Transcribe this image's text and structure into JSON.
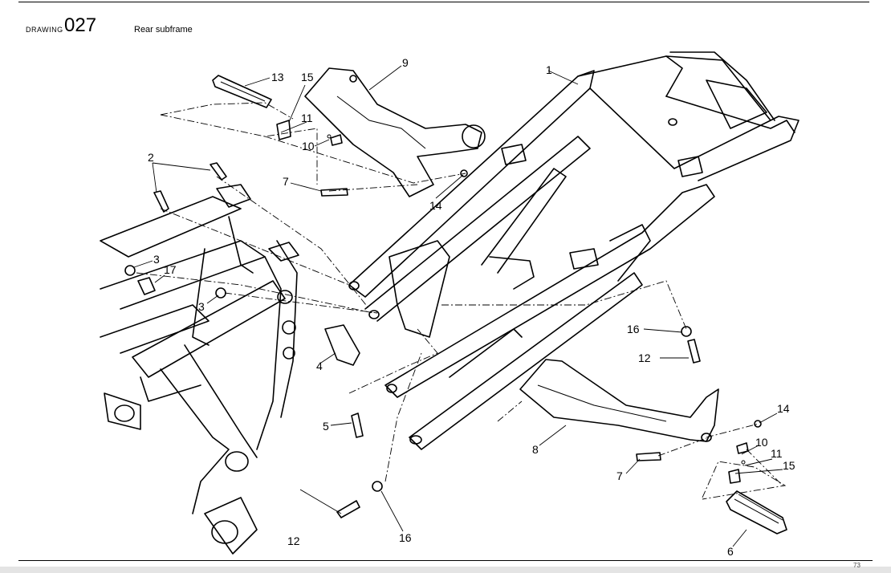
{
  "header": {
    "label": "DRAWING",
    "number": "027",
    "title": "Rear subframe"
  },
  "footer": {
    "page_number": "73"
  },
  "callouts": [
    {
      "id": "c1",
      "label": "1"
    },
    {
      "id": "c2",
      "label": "2"
    },
    {
      "id": "c3a",
      "label": "3"
    },
    {
      "id": "c3b",
      "label": "3"
    },
    {
      "id": "c4",
      "label": "4"
    },
    {
      "id": "c5",
      "label": "5"
    },
    {
      "id": "c6",
      "label": "6"
    },
    {
      "id": "c7a",
      "label": "7"
    },
    {
      "id": "c7b",
      "label": "7"
    },
    {
      "id": "c8",
      "label": "8"
    },
    {
      "id": "c9",
      "label": "9"
    },
    {
      "id": "c10a",
      "label": "10"
    },
    {
      "id": "c10b",
      "label": "10"
    },
    {
      "id": "c11a",
      "label": "11"
    },
    {
      "id": "c11b",
      "label": "11"
    },
    {
      "id": "c12a",
      "label": "12"
    },
    {
      "id": "c12b",
      "label": "12"
    },
    {
      "id": "c13",
      "label": "13"
    },
    {
      "id": "c14a",
      "label": "14"
    },
    {
      "id": "c14b",
      "label": "14"
    },
    {
      "id": "c15a",
      "label": "15"
    },
    {
      "id": "c15b",
      "label": "15"
    },
    {
      "id": "c16a",
      "label": "16"
    },
    {
      "id": "c16b",
      "label": "16"
    },
    {
      "id": "c17",
      "label": "17"
    }
  ]
}
